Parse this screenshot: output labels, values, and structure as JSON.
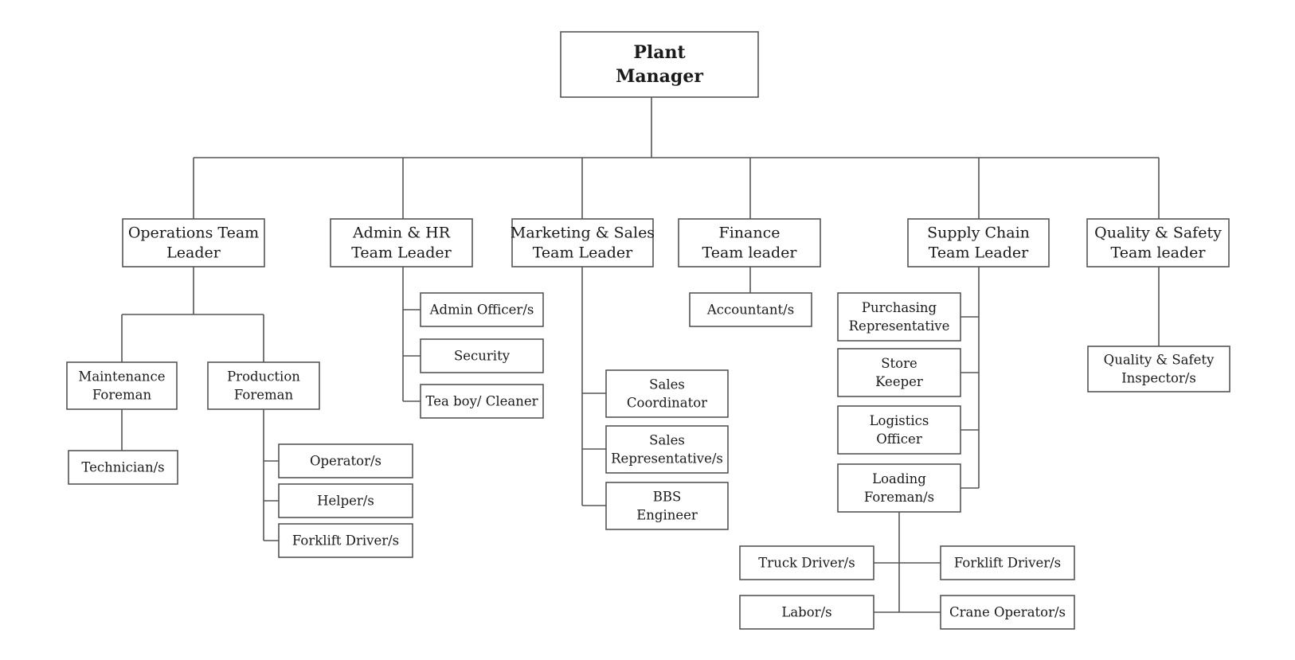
{
  "root": [
    "Plant",
    "Manager"
  ],
  "team_leaders": {
    "operations": [
      "Operations Team",
      "Leader"
    ],
    "admin_hr": [
      "Admin & HR",
      "Team Leader"
    ],
    "marketing_sales": [
      "Marketing & Sales",
      "Team Leader"
    ],
    "finance": [
      "Finance",
      "Team leader"
    ],
    "supply_chain": [
      "Supply Chain",
      "Team Leader"
    ],
    "quality_safety": [
      "Quality & Safety",
      "Team leader"
    ]
  },
  "operations": {
    "maintenance_foreman": [
      "Maintenance",
      "Foreman"
    ],
    "technician": [
      "Technician/s"
    ],
    "production_foreman": [
      "Production",
      "Foreman"
    ],
    "operator": [
      "Operator/s"
    ],
    "helper": [
      "Helper/s"
    ],
    "forklift_driver": [
      "Forklift Driver/s"
    ]
  },
  "admin_hr": {
    "admin_officer": [
      "Admin Officer/s"
    ],
    "security": [
      "Security"
    ],
    "tea_boy": [
      "Tea boy/ Cleaner"
    ]
  },
  "marketing_sales": {
    "sales_coordinator": [
      "Sales",
      "Coordinator"
    ],
    "sales_representative": [
      "Sales",
      "Representative/s"
    ],
    "bbs_engineer": [
      "BBS",
      "Engineer"
    ]
  },
  "finance": {
    "accountant": [
      "Accountant/s"
    ]
  },
  "supply_chain": {
    "purchasing_representative": [
      "Purchasing",
      "Representative"
    ],
    "store_keeper": [
      "Store",
      "Keeper"
    ],
    "logistics_officer": [
      "Logistics",
      "Officer"
    ],
    "loading_foreman": [
      "Loading",
      "Foreman/s"
    ],
    "truck_driver": [
      "Truck Driver/s"
    ],
    "forklift_driver": [
      "Forklift Driver/s"
    ],
    "labor": [
      "Labor/s"
    ],
    "crane_operator": [
      "Crane Operator/s"
    ]
  },
  "quality_safety": {
    "inspector": [
      "Quality & Safety",
      "Inspector/s"
    ]
  }
}
